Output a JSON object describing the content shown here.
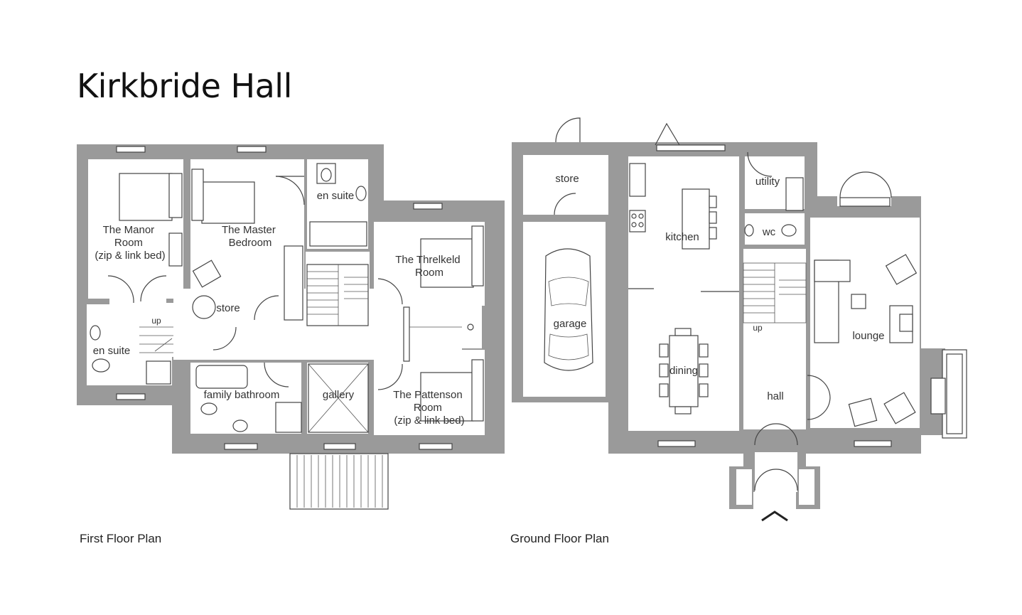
{
  "title": "Kirkbride Hall",
  "first_floor": {
    "caption": "First Floor Plan",
    "rooms": [
      {
        "id": "manor",
        "lines": [
          "The Manor",
          "Room",
          "(zip & link bed)"
        ]
      },
      {
        "id": "master",
        "lines": [
          "The Master",
          "Bedroom"
        ]
      },
      {
        "id": "ensuite1",
        "lines": [
          "en suite"
        ]
      },
      {
        "id": "threlkeld",
        "lines": [
          "The Threlkeld",
          "Room"
        ]
      },
      {
        "id": "store1",
        "lines": [
          "store"
        ]
      },
      {
        "id": "ensuite2",
        "lines": [
          "en suite"
        ]
      },
      {
        "id": "up1",
        "lines": [
          "up"
        ]
      },
      {
        "id": "bathroom",
        "lines": [
          "family bathroom"
        ]
      },
      {
        "id": "gallery",
        "lines": [
          "gallery"
        ]
      },
      {
        "id": "pattenson",
        "lines": [
          "The Pattenson",
          "Room",
          "(zip & link bed)"
        ]
      }
    ]
  },
  "ground_floor": {
    "caption": "Ground Floor Plan",
    "rooms": [
      {
        "id": "store2",
        "lines": [
          "store"
        ]
      },
      {
        "id": "garage",
        "lines": [
          "garage"
        ]
      },
      {
        "id": "kitchen",
        "lines": [
          "kitchen"
        ]
      },
      {
        "id": "utility",
        "lines": [
          "utility"
        ]
      },
      {
        "id": "wc",
        "lines": [
          "wc"
        ]
      },
      {
        "id": "up2",
        "lines": [
          "up"
        ]
      },
      {
        "id": "lounge",
        "lines": [
          "lounge"
        ]
      },
      {
        "id": "dining",
        "lines": [
          "dining"
        ]
      },
      {
        "id": "hall",
        "lines": [
          "hall"
        ]
      }
    ]
  }
}
